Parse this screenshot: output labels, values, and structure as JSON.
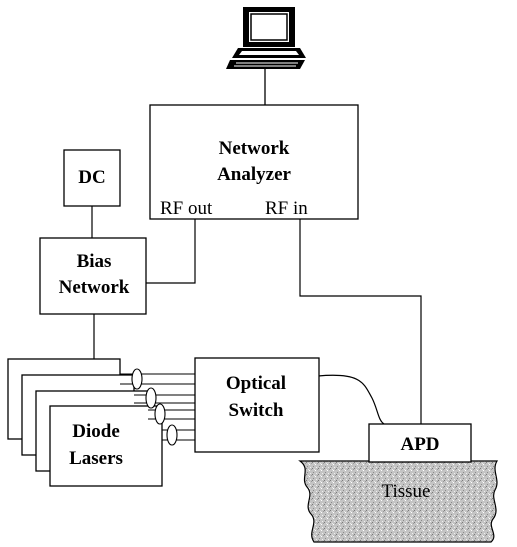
{
  "computer": {
    "icon": "computer-icon"
  },
  "network_analyzer": {
    "line1": "Network",
    "line2": "Analyzer",
    "rf_out": "RF out",
    "rf_in": "RF in"
  },
  "dc": {
    "label": "DC"
  },
  "bias_network": {
    "line1": "Bias",
    "line2": "Network"
  },
  "optical_switch": {
    "line1": "Optical",
    "line2": "Switch"
  },
  "diode_lasers": {
    "line1": "Diode",
    "line2": "Lasers"
  },
  "apd": {
    "label": "APD"
  },
  "tissue": {
    "label": "Tissue"
  },
  "colors": {
    "line": "#000000",
    "tissue_fill": "#c8c8c8",
    "background": "#ffffff"
  }
}
